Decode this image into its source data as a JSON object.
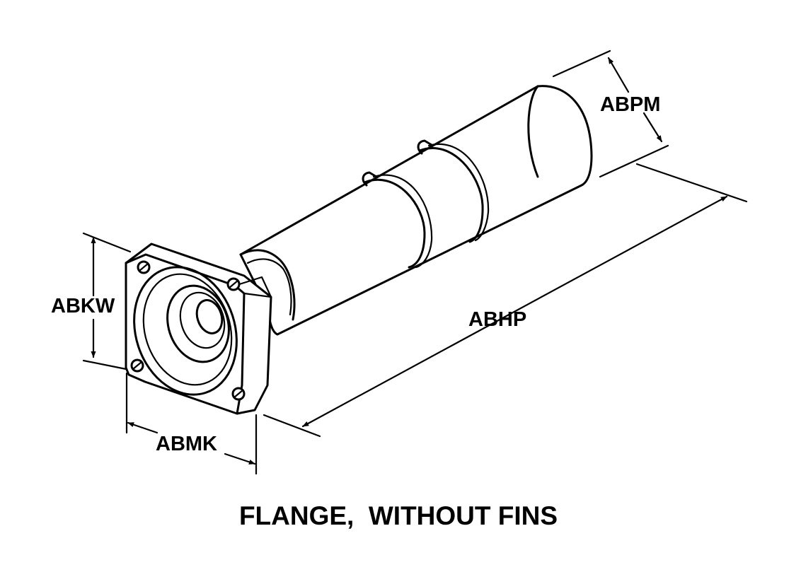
{
  "figure": {
    "caption": "FLANGE,  WITHOUT FINS",
    "dimensions": {
      "abpm": "ABPM",
      "abkw": "ABKW",
      "abhp": "ABHP",
      "abmk": "ABMK"
    }
  },
  "colors": {
    "ink": "#000000",
    "paper": "#ffffff"
  }
}
